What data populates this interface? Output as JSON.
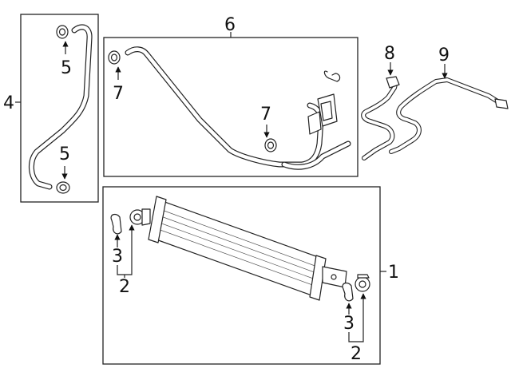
{
  "callouts": {
    "c1": "1",
    "c2_left": "2",
    "c2_right": "2",
    "c3_left": "3",
    "c3_right": "3",
    "c4": "4",
    "c5_top": "5",
    "c5_bottom": "5",
    "c6": "6",
    "c7_left": "7",
    "c7_center": "7",
    "c8": "8",
    "c9": "9"
  }
}
